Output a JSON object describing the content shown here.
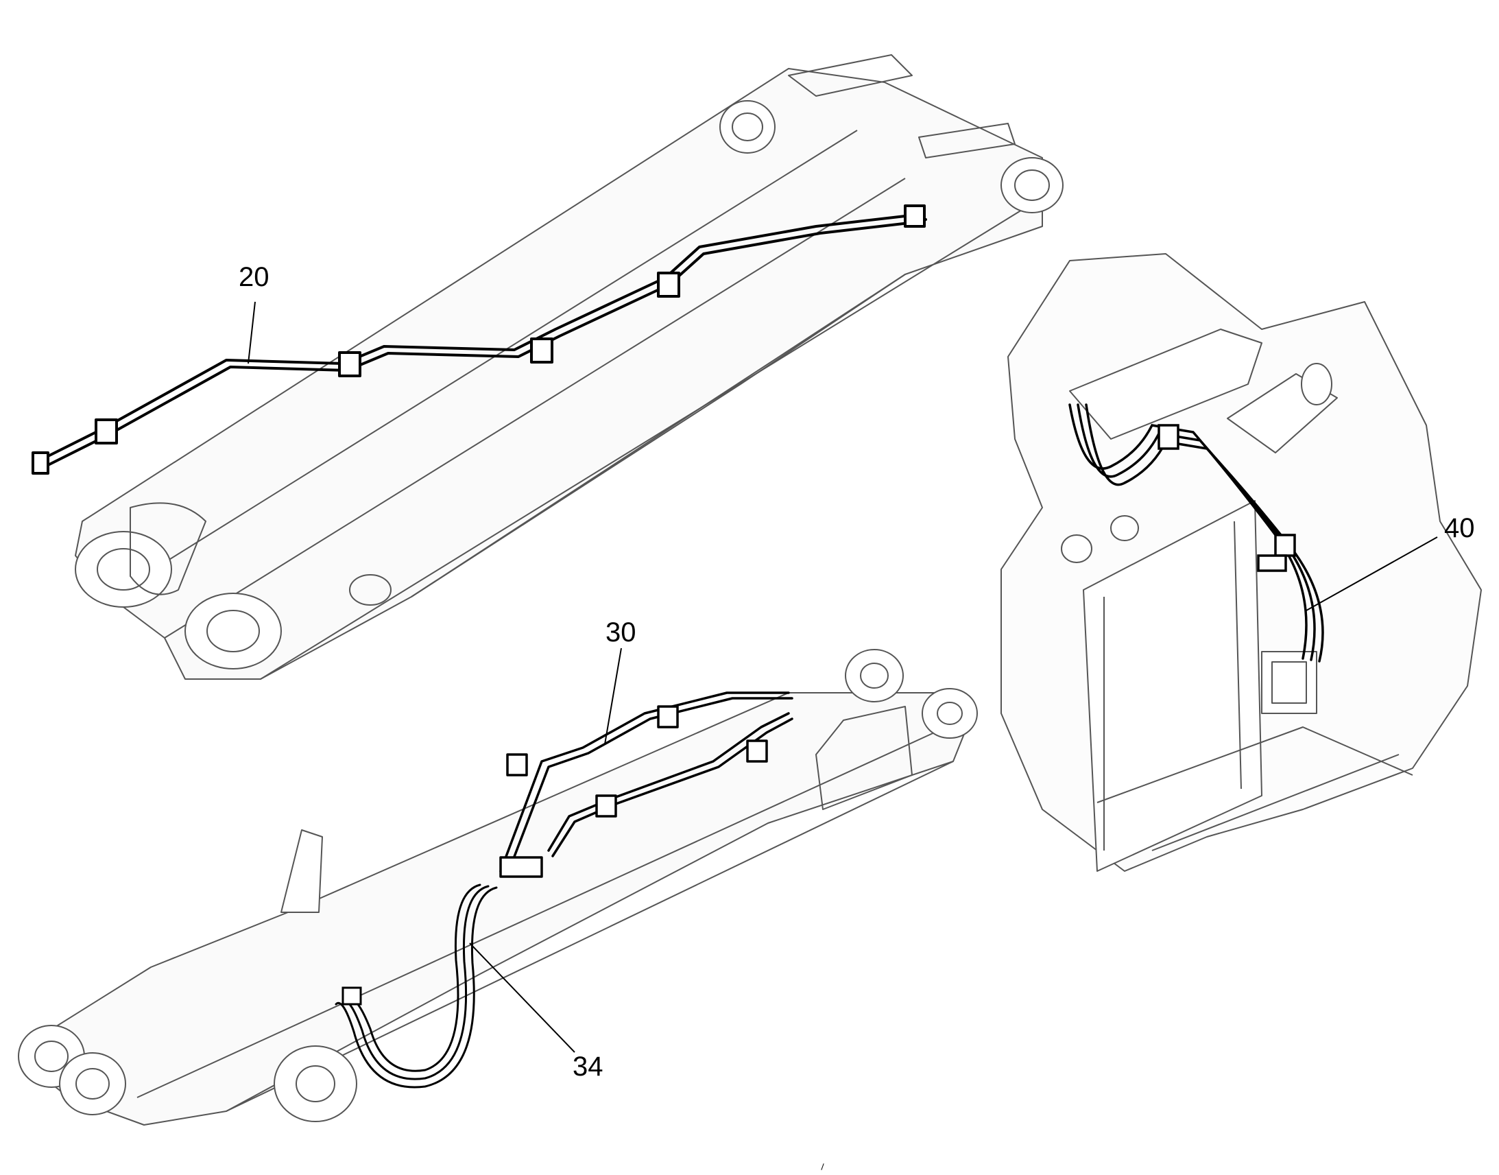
{
  "diagram": {
    "callouts": [
      {
        "id": "20",
        "label": "20"
      },
      {
        "id": "30",
        "label": "30"
      },
      {
        "id": "40",
        "label": "40"
      },
      {
        "id": "34",
        "label": "34"
      }
    ]
  }
}
